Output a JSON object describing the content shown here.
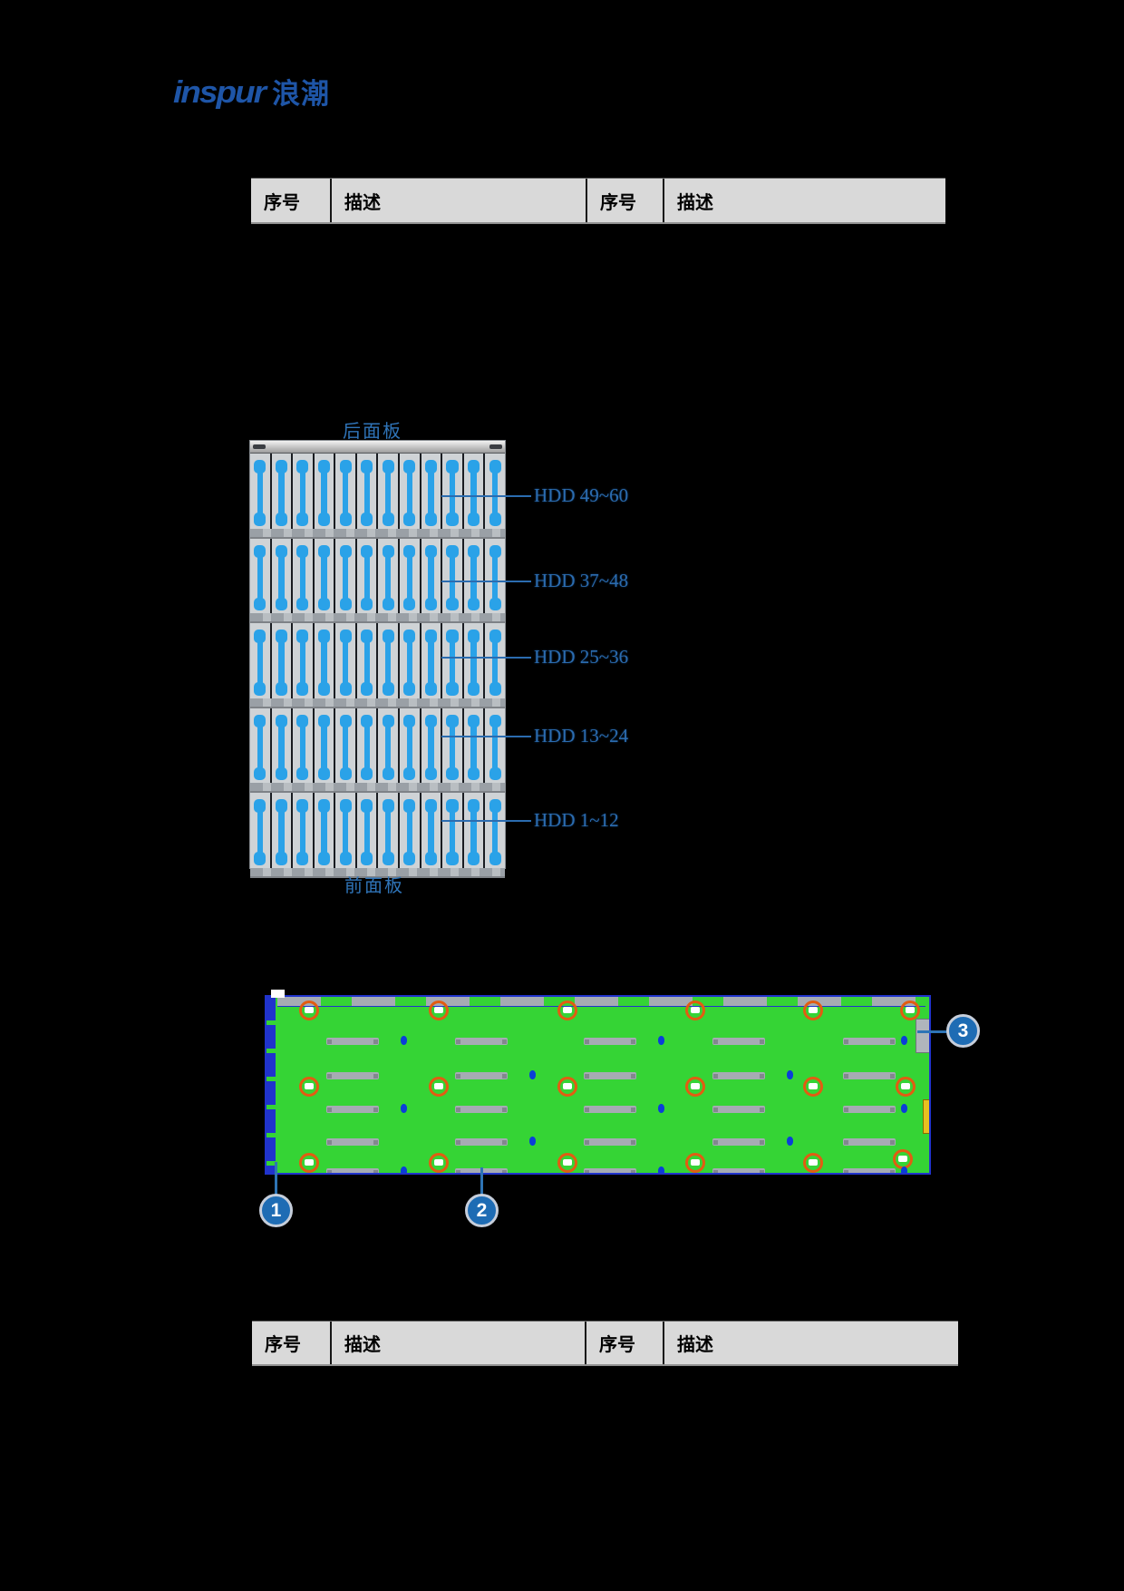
{
  "logo": {
    "brand": "inspur",
    "cjk": "浪潮",
    "color": "#1e55a7"
  },
  "tables": {
    "top": {
      "headers": [
        "序号",
        "描述",
        "序号",
        "描述"
      ]
    },
    "bottom": {
      "headers": [
        "序号",
        "描述",
        "序号",
        "描述"
      ]
    }
  },
  "backplane": {
    "rear_label": "后面板",
    "front_label": "前面板",
    "hdd_ranges": [
      "HDD 49~60",
      "HDD 37~48",
      "HDD 25~36",
      "HDD 13~24",
      "HDD 1~12"
    ],
    "rows": 5,
    "drives_per_row": 12,
    "drive_color": "#2aa2e8",
    "label_color": "#2b6cb0"
  },
  "pcb": {
    "board_color": "#35d435",
    "edge_color": "#2033cc",
    "connector_color": "#a6abb3",
    "screw_ring_color": "#e25c12",
    "callouts": [
      "1",
      "2",
      "3"
    ],
    "callout_fill": "#1e6cb4"
  }
}
